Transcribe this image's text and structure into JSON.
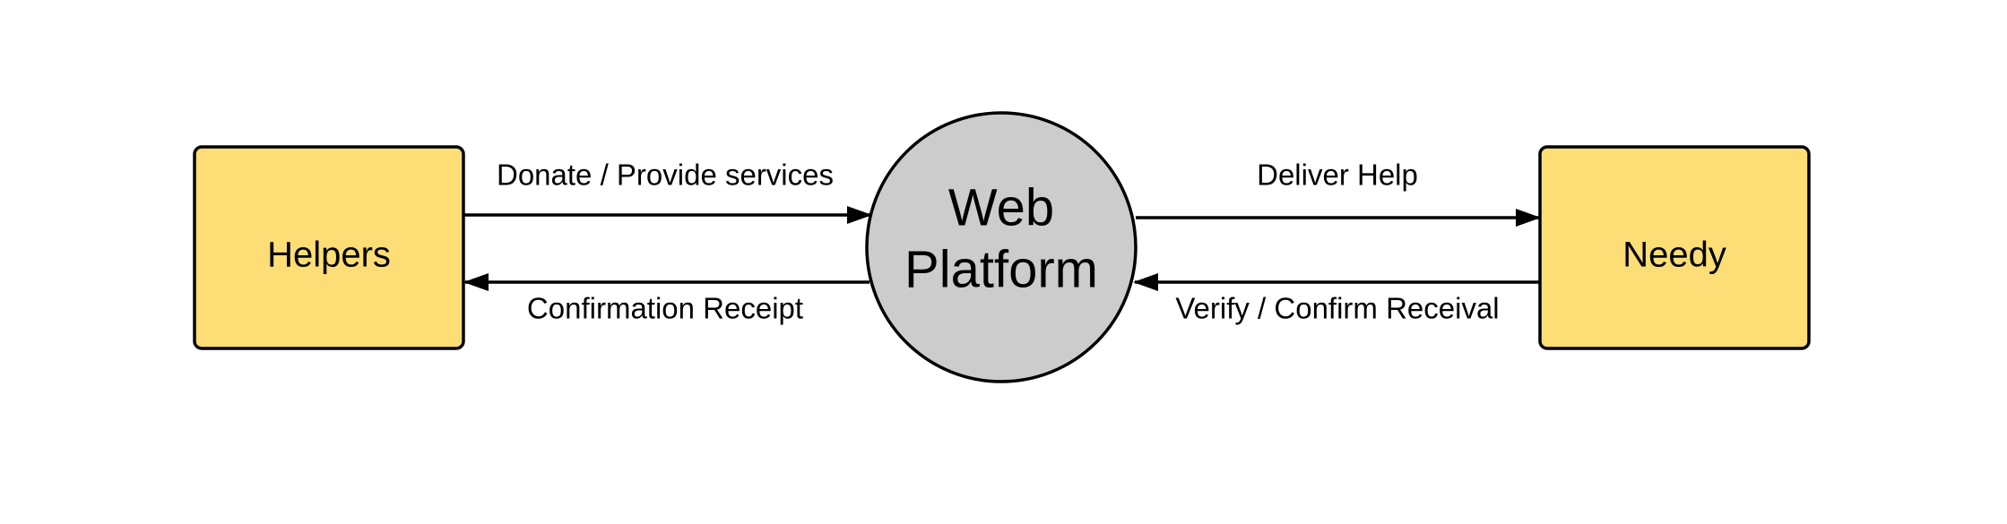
{
  "diagram": {
    "nodes": {
      "helpers": {
        "label": "Helpers",
        "shape": "rectangle",
        "fill": "#FDDD75"
      },
      "platform": {
        "label_line1": "Web",
        "label_line2": "Platform",
        "shape": "circle",
        "fill": "#CCCCCC"
      },
      "needy": {
        "label": "Needy",
        "shape": "rectangle",
        "fill": "#FDDD75"
      }
    },
    "edges": {
      "donate": {
        "label": "Donate / Provide services",
        "from": "Helpers",
        "to": "Web Platform"
      },
      "confirmation": {
        "label": "Confirmation Receipt",
        "from": "Web Platform",
        "to": "Helpers"
      },
      "deliver": {
        "label": "Deliver Help",
        "from": "Web Platform",
        "to": "Needy"
      },
      "verify": {
        "label": "Verify / Confirm Receival",
        "from": "Needy",
        "to": "Web Platform"
      }
    },
    "colors": {
      "stroke": "#000000",
      "background": "#FFFFFF"
    }
  }
}
